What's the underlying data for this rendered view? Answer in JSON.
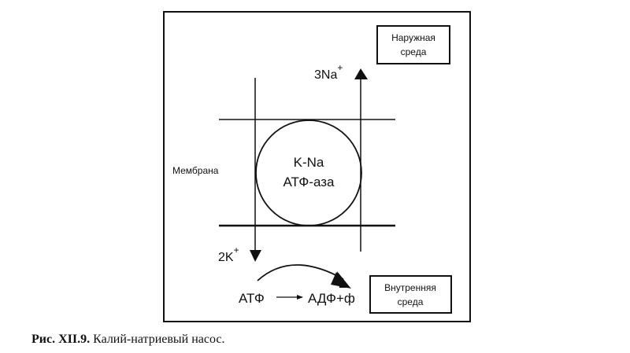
{
  "diagram": {
    "outer_label_line1": "Наружная",
    "outer_label_line2": "среда",
    "inner_label_line1": "Внутренняя",
    "inner_label_line2": "среда",
    "sodium": "3Na",
    "sodium_charge": "+",
    "potassium": "2K",
    "potassium_charge": "+",
    "membrane": "Мембрана",
    "enzyme_line1": "K-Na",
    "enzyme_line2": "АТФ-аза",
    "atp": "АТФ",
    "products": "АДФ+ф"
  },
  "caption": {
    "number": "Рис. XII.9.",
    "text": "Калий-натриевый насос."
  }
}
